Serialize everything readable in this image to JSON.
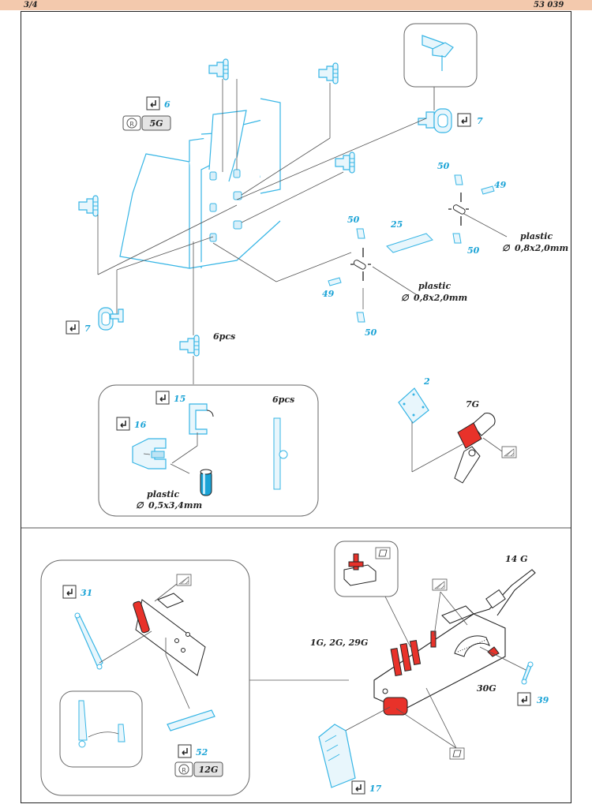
{
  "header": {
    "page_index": "3/4",
    "product_code": "53 039"
  },
  "colors": {
    "etch": "#36b5e5",
    "etch_fill": "#e8f6fc",
    "resin": "#e8322a",
    "line": "#333333",
    "header_band": "#f3c9ad"
  },
  "upper": {
    "part_6": "6",
    "resin_5g": "5G",
    "resin_mark": "R",
    "part_7_top": "7",
    "part_7_left": "7",
    "six_pcs_a": "6pcs",
    "part_50_a": "50",
    "part_49_a": "49",
    "part_25": "25",
    "plastic_a": "plastic",
    "dim_a": "0,8x2,0mm",
    "part_50_b": "50",
    "part_50_c": "50",
    "part_49_b": "49",
    "plastic_b": "plastic",
    "dim_b": "0,8x2,0mm",
    "part_50_d": "50",
    "part_15": "15",
    "part_16": "16",
    "six_pcs_b": "6pcs",
    "plastic_c": "plastic",
    "dim_c": "0,5x3,4mm",
    "part_2": "2",
    "resin_7g": "7G",
    "diameter": "∅"
  },
  "lower": {
    "part_31": "31",
    "part_52": "52",
    "resin_12g": "12G",
    "resin_mark": "R",
    "part_14g": "14 G",
    "parts_1g_2g_29g": "1G, 2G, 29G",
    "part_30g": "30G",
    "part_39": "39",
    "part_17": "17"
  }
}
